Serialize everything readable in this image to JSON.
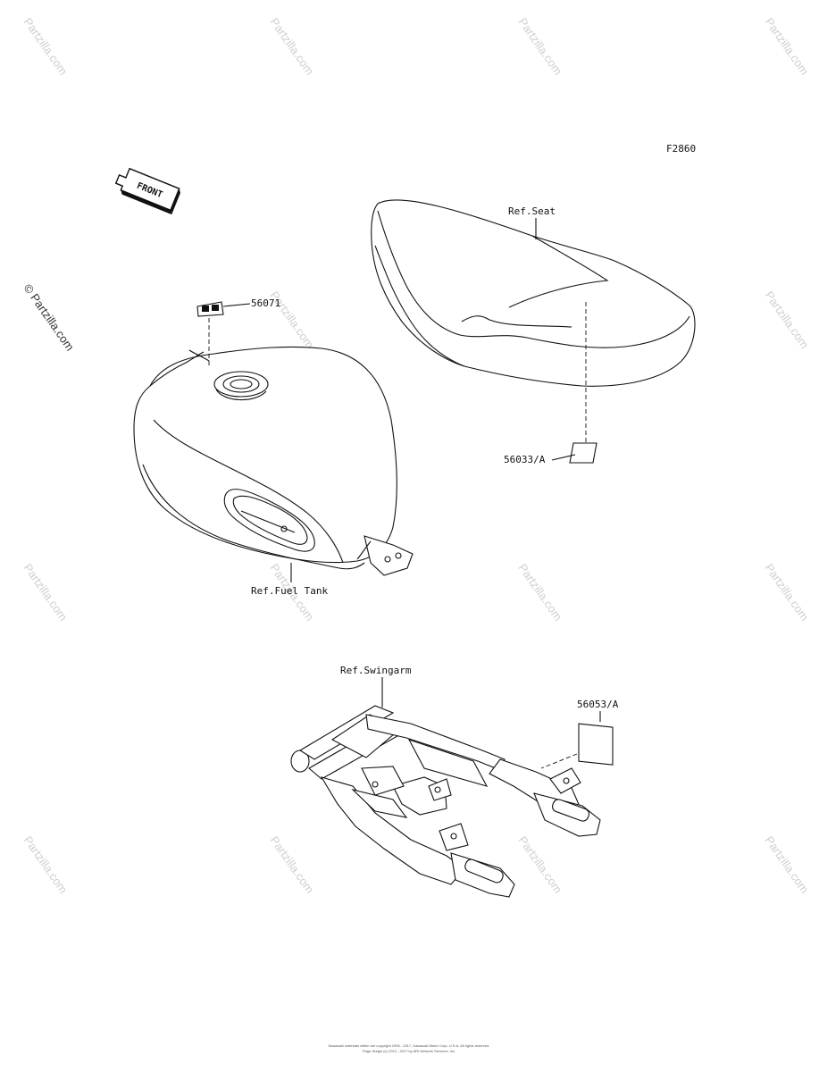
{
  "diagram": {
    "code": "F2860",
    "front_label": "FRONT",
    "parts": [
      {
        "number": "56071"
      },
      {
        "number": "56033/A"
      },
      {
        "number": "56053/A"
      }
    ],
    "references": [
      {
        "label": "Ref.Seat"
      },
      {
        "label": "Ref.Fuel Tank"
      },
      {
        "label": "Ref.Swingarm"
      }
    ]
  },
  "watermark": {
    "text": "Partzilla.com",
    "prominent_text": "© Partzilla.com"
  },
  "footer": {
    "line1": "Kawasaki materials within are copyright 1995 - 2017, Kawasaki Motor Corp. U.S.A. All rights reserved.",
    "line2": "Page design (c) 2013 - 2017 by ARI Network Services, Inc."
  }
}
